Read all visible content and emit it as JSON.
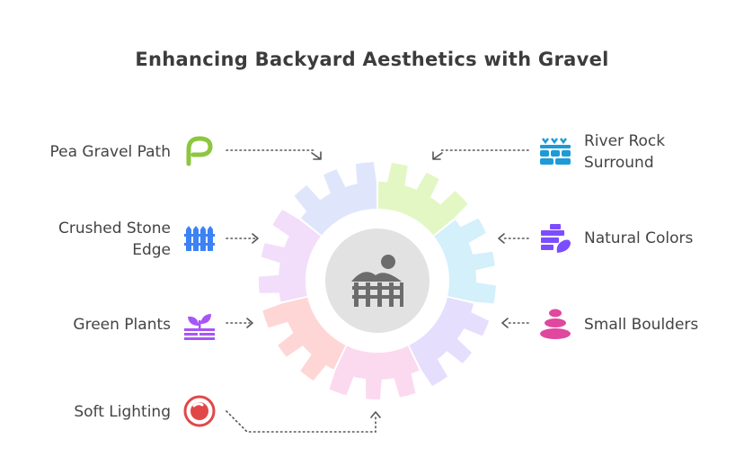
{
  "title": "Enhancing Backyard Aesthetics with Gravel",
  "items": {
    "pea_gravel_path": {
      "label": "Pea Gravel Path",
      "icon": "path-icon",
      "color": "#8dc63f"
    },
    "crushed_stone_edge": {
      "label_line1": "Crushed Stone",
      "label_line2": "Edge",
      "icon": "fence-icon",
      "color": "#3b82f6"
    },
    "green_plants": {
      "label": "Green Plants",
      "icon": "sprout-icon",
      "color": "#a855f7"
    },
    "soft_lighting": {
      "label": "Soft Lighting",
      "icon": "light-icon",
      "color": "#e04848"
    },
    "river_rock_surround": {
      "label_line1": "River Rock",
      "label_line2": "Surround",
      "icon": "river-rock-icon",
      "color": "#1e9bd7"
    },
    "natural_colors": {
      "label": "Natural Colors",
      "icon": "palette-icon",
      "color": "#7c4dff"
    },
    "small_boulders": {
      "label": "Small Boulders",
      "icon": "stacked-stones-icon",
      "color": "#e0479e"
    }
  },
  "center": {
    "icon": "backyard-fence-icon"
  },
  "gear_colors": [
    "#e3f7c4",
    "#d3f0fb",
    "#e6defd",
    "#fbdaf0",
    "#ffd6d6",
    "#f2ddfb",
    "#dfe6fb"
  ]
}
